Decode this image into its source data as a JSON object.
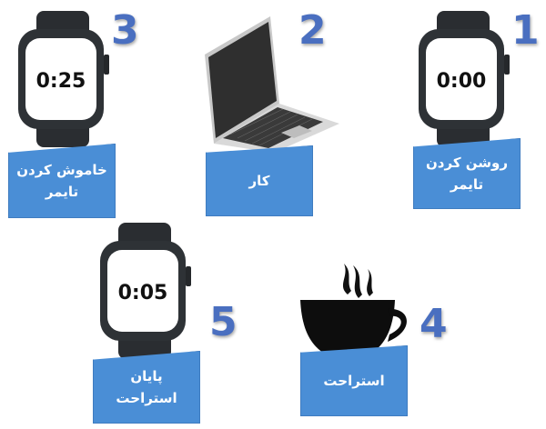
{
  "steps": [
    {
      "number": "1",
      "label": "روشن کردن\nتایمر",
      "time": "0:00",
      "icon": "smartwatch-icon"
    },
    {
      "number": "2",
      "label": "کار",
      "icon": "laptop-icon"
    },
    {
      "number": "3",
      "label": "خاموش کردن\nتایمر",
      "time": "0:25",
      "icon": "smartwatch-icon"
    },
    {
      "number": "4",
      "label": "استراحت",
      "icon": "coffee-cup-icon"
    },
    {
      "number": "5",
      "label": "پایان\nاستراحت",
      "time": "0:05",
      "icon": "smartwatch-icon"
    }
  ],
  "colors": {
    "label_bg": "#4a8ed6",
    "number": "#4a6fc0",
    "watch_body": "#2e3236"
  }
}
